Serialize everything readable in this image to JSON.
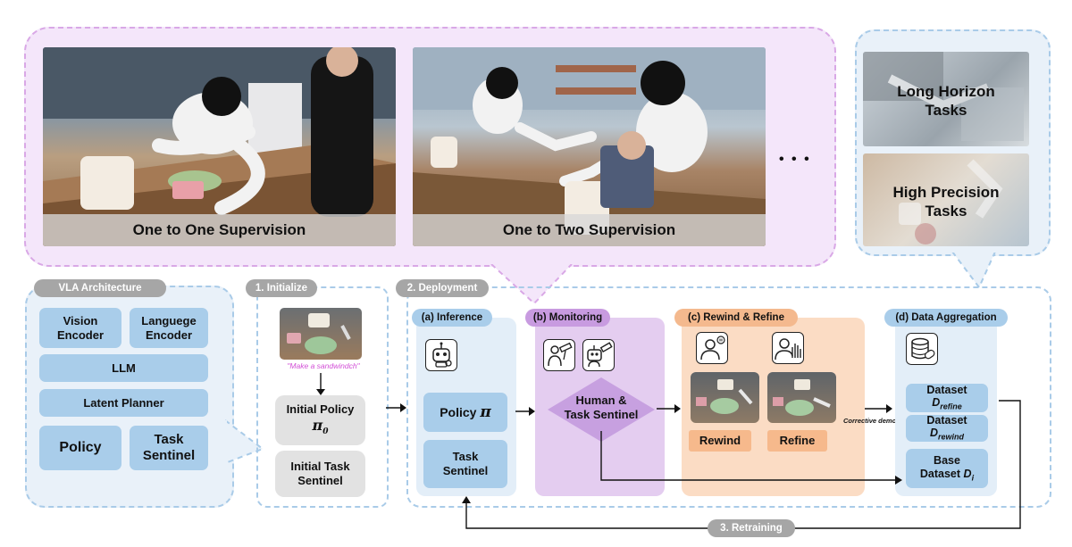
{
  "top": {
    "photo_left_caption": "One to One Supervision",
    "photo_right_caption": "One to Two Supervision",
    "ellipsis": "• • •",
    "long_horizon": "Long Horizon\nTasks",
    "high_precision": "High Precision\nTasks"
  },
  "vla": {
    "title": "VLA Architecture",
    "vision_encoder": "Vision\nEncoder",
    "language_encoder": "Languege\nEncoder",
    "llm": "LLM",
    "latent_planner": "Latent Planner",
    "policy": "Policy",
    "task_sentinel": "Task\nSentinel"
  },
  "initialize": {
    "title": "1. Initialize",
    "prompt": "\"Make a sandwindch\"",
    "initial_policy": "Initial Policy",
    "initial_policy_symbol": "π",
    "initial_policy_sub": "0",
    "initial_task_sentinel": "Initial Task\nSentinel"
  },
  "deployment": {
    "title": "2. Deployment",
    "inference": {
      "title": "(a) Inference",
      "policy": "Policy",
      "policy_symbol": "π",
      "task_sentinel": "Task\nSentinel"
    },
    "monitoring": {
      "title": "(b) Monitoring",
      "diamond": "Human &\nTask Sentinel"
    },
    "rewind_refine": {
      "title": "(c) Rewind & Refine",
      "rewind": "Rewind",
      "refine": "Refine"
    },
    "corrective_demo": "Corrective demo",
    "aggregation": {
      "title": "(d) Data Aggregation",
      "dataset": "Dataset",
      "d_refine_main": "D",
      "d_refine_sub": "refine",
      "d_rewind_main": "D",
      "d_rewind_sub": "rewind",
      "base": "Base",
      "base_dataset": "Dataset",
      "d_i_main": "D",
      "d_i_sub": "i"
    }
  },
  "retraining": "3. Retraining",
  "colors": {
    "purple_dash": "#d9a8e6",
    "blue_dash": "#a9cbe8",
    "pill_gray": "#a6a6a6",
    "inference_pill": "#a9cdea",
    "monitoring_pill": "#c89be0",
    "rewind_pill": "#f4b98e",
    "monitoring_bg": "#e4cdf0",
    "rewind_bg": "#fbdcc4",
    "rewind_btn": "#f6b98c",
    "diamond": "#c7a0e0"
  },
  "icons": [
    "robot-icon",
    "human-telescope-icon",
    "robot-telescope-icon",
    "person-pause-icon",
    "person-hand-icon",
    "database-icon"
  ]
}
